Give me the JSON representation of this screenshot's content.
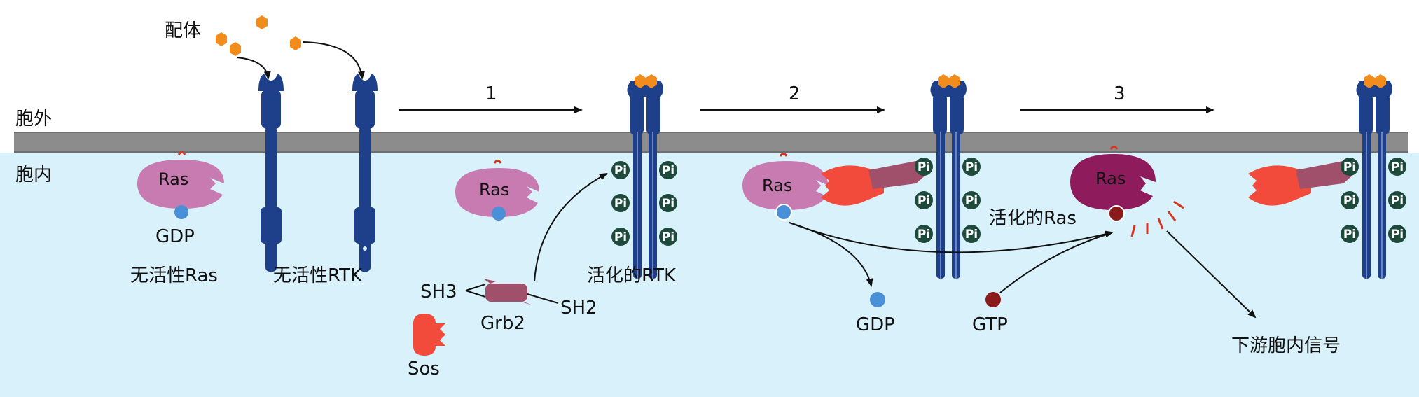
{
  "labels": {
    "ligand": "配体",
    "extracellular": "胞外",
    "intracellular": "胞内",
    "ras": "Ras",
    "gdp": "GDP",
    "gtp": "GTP",
    "inactive_ras": "无活性Ras",
    "inactive_rtk": "无活性RTK",
    "activated_rtk": "活化的RTK",
    "activated_ras": "活化的Ras",
    "sh3": "SH3",
    "sh2": "SH2",
    "grb2": "Grb2",
    "sos": "Sos",
    "pi": "Pi",
    "downstream": "下游胞内信号"
  },
  "steps": [
    "1",
    "2",
    "3"
  ],
  "colors": {
    "membrane": "#8c8c8c",
    "cytoplasm": "#d9f1fa",
    "receptor": "#1e3f8a",
    "ligand": "#f28c1c",
    "ras_inactive": "#c77bb0",
    "ras_active": "#8e1b5c",
    "gdp": "#4a90d9",
    "gtp": "#8b1a1a",
    "sos": "#f24b3c",
    "grb2": "#a0506a",
    "pi": "#1d4a3a"
  }
}
